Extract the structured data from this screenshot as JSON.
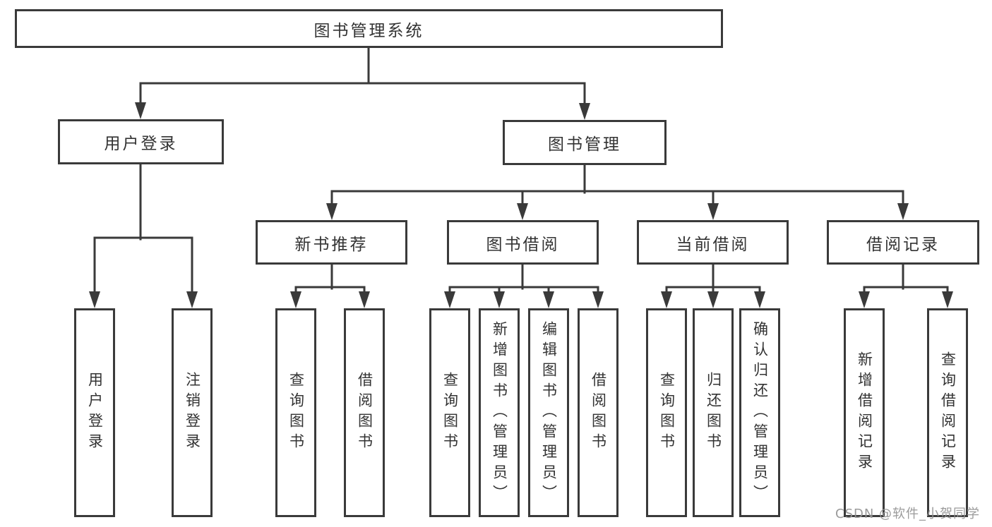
{
  "diagram": {
    "title": "图书管理系统",
    "nodes": {
      "root": "图书管理系统",
      "user_login": "用户登录",
      "book_mgmt": "图书管理",
      "new_book_rec": "新书推荐",
      "book_borrow": "图书借阅",
      "current_borrow": "当前借阅",
      "borrow_records": "借阅记录",
      "user_children": [
        "用户登录",
        "注销登录"
      ],
      "rec_children": [
        "查询图书",
        "借阅图书"
      ],
      "borrow_children": [
        "查询图书",
        "新增图书（管理员）",
        "编辑图书（管理员）",
        "借阅图书"
      ],
      "current_children": [
        "查询图书",
        "归还图书",
        "确认归还（管理员）"
      ],
      "records_children": [
        "新增借阅记录",
        "查询借阅记录"
      ]
    }
  },
  "watermark": "CSDN @软件_小贺同学",
  "colors": {
    "line": "#3a3a3a",
    "text": "#333333",
    "watermark": "#969696",
    "background": "#ffffff"
  }
}
